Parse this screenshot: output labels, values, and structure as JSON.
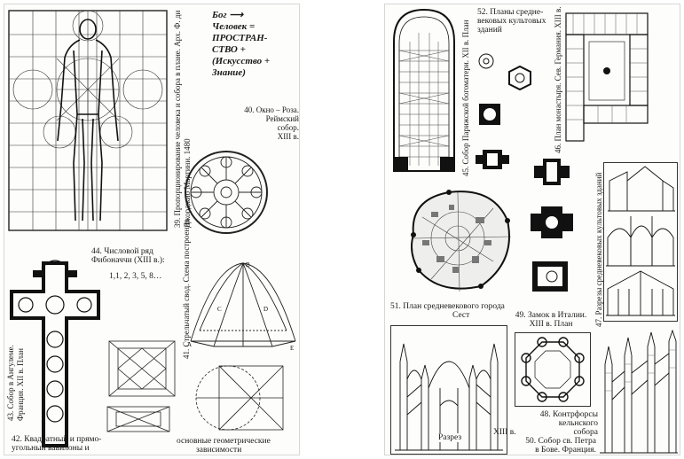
{
  "left_page": {
    "fig39_caption": "39. Пропорционирование человека и собора в плане. Арх. Ф. ди Джорджио Мартини. 1480",
    "formula_line1": "Бог",
    "formula_line2": "Человек =",
    "formula_line3": "ПРОСТРАН-",
    "formula_line4": "СТВО +",
    "formula_line5": "(Искусство +",
    "formula_line6": "Знание)",
    "fig40_caption_1": "40. Окно – Роза.",
    "fig40_caption_2": "Реймский",
    "fig40_caption_3": "собор.",
    "fig40_caption_4": "XIII в.",
    "fig44_caption_1": "44. Числовой ряд",
    "fig44_caption_2": "Фибоначчи (XIII в.):",
    "fib_series": "1,1, 2, 3, 5, 8…",
    "fig41_caption": "41. Стрельчатый свод. Схема построения",
    "fig43_caption": "43. Собор в Ангулеме. Франция. XII в. План",
    "fig42_caption_1": "42. Квадратный и прямо-",
    "fig42_caption_2": "угольный вавилоны и",
    "geom_caption_1": "основные геометрические",
    "geom_caption_2": "зависимости",
    "vault_letters": [
      "A",
      "B",
      "C",
      "D",
      "E"
    ]
  },
  "right_page": {
    "fig45_caption": "45. Собор Парижской богоматери. XII в. План",
    "fig52_caption_1": "52. Планы средне-",
    "fig52_caption_2": "вековых культовых",
    "fig52_caption_3": "зданий",
    "fig46_caption": "46. План монастыря. Сев. Германия. XIII в.",
    "fig47_caption": "47. Разрезы средневековых культовых зданий",
    "fig51_caption_1": "51. План средневекового города",
    "fig51_caption_2": "Сест",
    "fig49_caption_1": "49. Замок в Италии.",
    "fig49_caption_2": "XIII в. План",
    "fig48_caption_1": "48. Контрфорсы",
    "fig48_caption_2": "кельнского",
    "fig48_caption_3": "собора",
    "fig48_caption_4": "XIII в.",
    "fig50_caption_1": "50. Собор св. Петра",
    "fig50_caption_2": "в Бове. Франция.",
    "section_label": "Разрез"
  }
}
